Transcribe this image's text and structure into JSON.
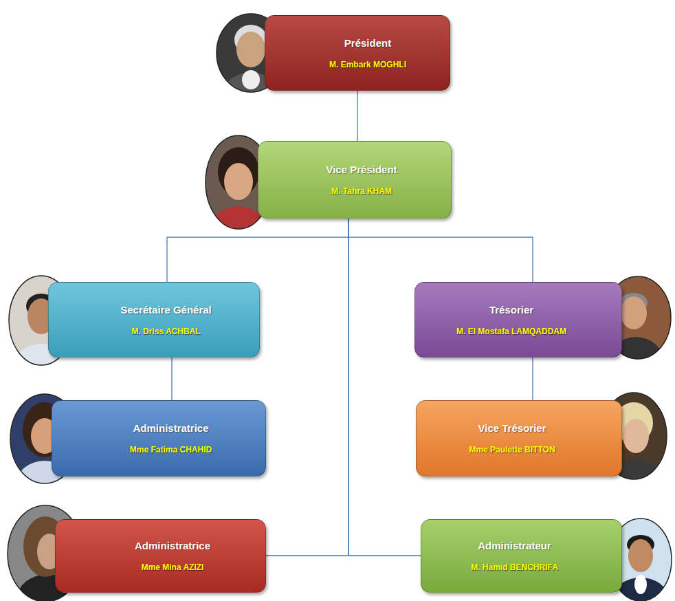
{
  "diagram": {
    "nodes": [
      {
        "text": [
          "Président",
          "M. Embark MOGHLI"
        ]
      },
      {
        "text": [
          "Vice Président",
          "M. Tahra KHAM"
        ]
      },
      {
        "text": [
          "Secrétaire Général",
          "M.  Driss ACHBAL"
        ]
      },
      {
        "text": [
          "Trésorier",
          "M. El Mostafa LAMQADDAM"
        ]
      },
      {
        "text": [
          "Administratrice",
          "Mme Fatima CHAHID"
        ]
      },
      {
        "text": [
          "Vice Trésorier",
          "Mme Paulette BITTON"
        ]
      },
      {
        "text": [
          "Administratrice",
          "Mme Mina AZIZI"
        ]
      },
      {
        "text": [
          "Administrateur",
          "M. Hamid BENCHRIFA"
        ]
      }
    ],
    "edges": [
      {
        "from": 0,
        "to": 1,
        "arrow": "none"
      },
      {
        "from": 1,
        "to": 2,
        "arrow": "none"
      },
      {
        "from": 1,
        "to": 3,
        "arrow": "none"
      },
      {
        "from": 2,
        "to": 4,
        "arrow": "none"
      },
      {
        "from": 3,
        "to": 5,
        "arrow": "none"
      },
      {
        "from": 1,
        "to": 6,
        "arrow": "none"
      },
      {
        "from": 1,
        "to": 7,
        "arrow": "none"
      }
    ]
  }
}
